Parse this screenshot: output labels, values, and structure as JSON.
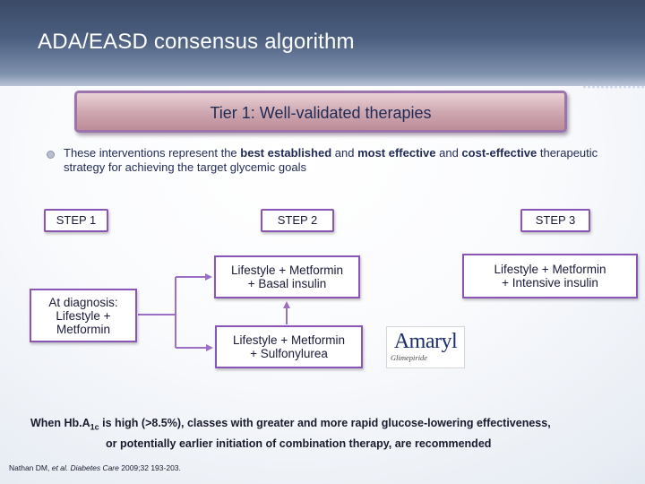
{
  "title": "ADA/EASD consensus algorithm",
  "tier": {
    "title": "Tier 1: Well-validated therapies"
  },
  "bullet": {
    "t1": "These interventions represent the ",
    "b1": "best established",
    "t2": " and ",
    "b2": "most effective",
    "t3": " and ",
    "b3": "cost-effective",
    "t4": " therapeutic strategy for achieving the target glycemic goals"
  },
  "steps": [
    "STEP 1",
    "STEP 2",
    "STEP 3"
  ],
  "therapies": {
    "diagnosis": [
      "At diagnosis:",
      "Lifestyle +",
      "Metformin"
    ],
    "basal": [
      "Lifestyle + Metformin",
      "+ Basal insulin"
    ],
    "sulfonylurea": [
      "Lifestyle + Metformin",
      "+ Sulfonylurea"
    ],
    "intensive": [
      "Lifestyle + Metformin",
      "+ Intensive insulin"
    ]
  },
  "logo": {
    "name": "Amaryl",
    "sub": "Glimepiride"
  },
  "footnote": {
    "pre": "When Hb.A",
    "sub": "1c",
    "line1": " is high (>8.5%), classes with greater and more rapid glucose-lowering effectiveness,",
    "line2": "or potentially earlier initiation of combination therapy, are recommended"
  },
  "citation": {
    "authors": "Nathan DM, ",
    "etal": "et al.",
    "journal_pre": " ",
    "journal": "Diabetes Care",
    "rest": " 2009;32 193-203."
  },
  "colors": {
    "header": "#4c5f80",
    "box_border": "#8a55b5",
    "tier_border": "#9c74ad",
    "text": "#1f2a55",
    "arrow": "#9b6fc4"
  }
}
